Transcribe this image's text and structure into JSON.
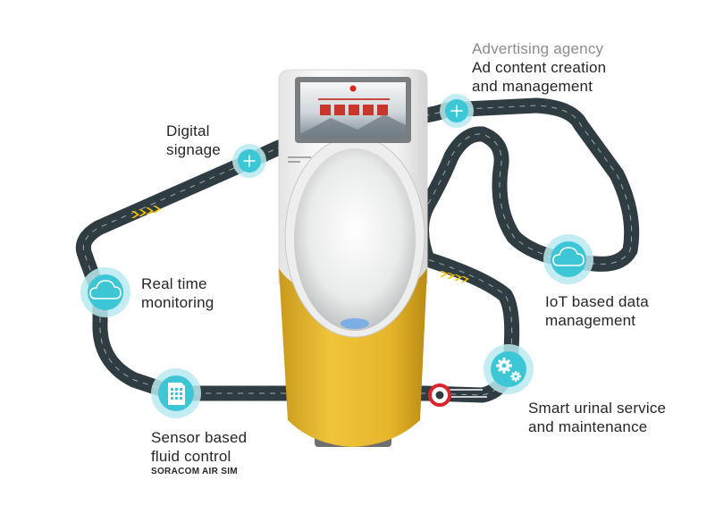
{
  "labels": {
    "advertising": {
      "category": "Advertising agency",
      "line1": "Ad content creation",
      "line2": "and management"
    },
    "digital_signage": {
      "line1": "Digital",
      "line2": "signage"
    },
    "real_time": {
      "line1": "Real time",
      "line2": "monitoring"
    },
    "iot": {
      "line1": "IoT based data",
      "line2": "management"
    },
    "service": {
      "line1": "Smart urinal service",
      "line2": "and maintenance"
    },
    "sensor": {
      "line1": "Sensor based",
      "line2": "fluid control",
      "sim": "SORACOM AIR SIM"
    }
  },
  "icons": {
    "digital_signage": "plus-icon",
    "advertising": "plus-icon",
    "real_time": "cloud-icon",
    "iot": "cloud-icon",
    "sensor": "sim-card-icon",
    "service": "gears-icon",
    "track_start": "start-point-icon"
  },
  "colors": {
    "track": "#2f3c41",
    "track_dash": "#ffffff",
    "chevrons": "#f2c200",
    "node_outer": "#b8eaf0",
    "node_inner": "#3cc6d6",
    "urinal_body": "#e8b92c",
    "urinal_white": "#f4f4f4",
    "start_ring": "#d9262c",
    "label_gray": "#8c8c8c"
  }
}
